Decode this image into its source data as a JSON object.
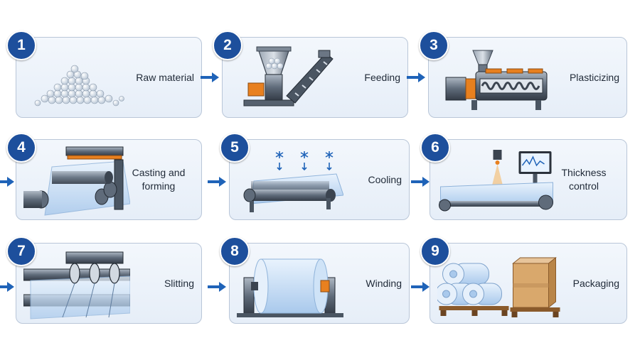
{
  "steps": [
    {
      "number": "1",
      "label": "Raw material"
    },
    {
      "number": "2",
      "label": "Feeding"
    },
    {
      "number": "3",
      "label": "Plasticizing"
    },
    {
      "number": "4",
      "label": "Casting and forming"
    },
    {
      "number": "5",
      "label": "Cooling"
    },
    {
      "number": "6",
      "label": "Thickness control"
    },
    {
      "number": "7",
      "label": "Slitting"
    },
    {
      "number": "8",
      "label": "Winding"
    },
    {
      "number": "9",
      "label": "Packaging"
    }
  ],
  "colors": {
    "accent": "#1d4f9c",
    "arrow": "#1f63b8",
    "orange": "#e8801f",
    "film": "#cfe3f7"
  }
}
